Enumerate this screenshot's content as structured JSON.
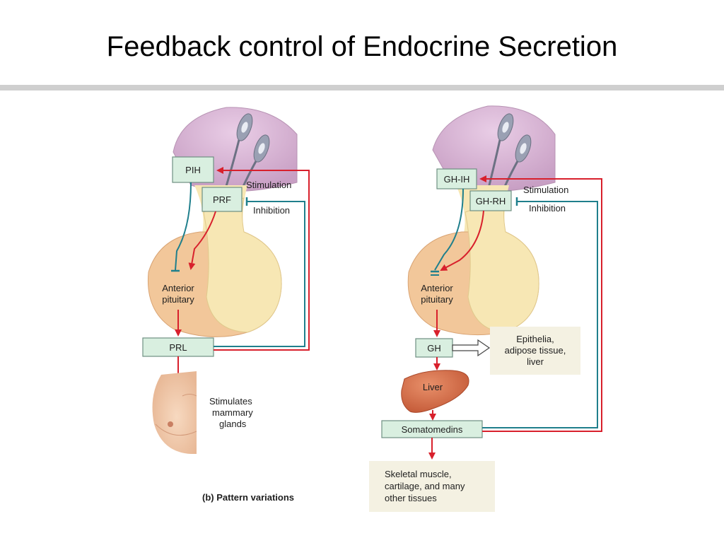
{
  "slide": {
    "title": "Feedback control of Endocrine Secretion",
    "caption": "(b) Pattern variations"
  },
  "legend": {
    "stimulation": "Stimulation",
    "inhibition": "Inhibition"
  },
  "left": {
    "pih": "PIH",
    "prf": "PRF",
    "pituitary_line1": "Anterior",
    "pituitary_line2": "pituitary",
    "prl": "PRL",
    "effect": [
      "Stimulates",
      "mammary",
      "glands"
    ]
  },
  "right": {
    "ghih": "GH-IH",
    "ghrh": "GH-RH",
    "pituitary_line1": "Anterior",
    "pituitary_line2": "pituitary",
    "gh": "GH",
    "targets": [
      "Epithelia,",
      "adipose tissue,",
      "liver"
    ],
    "liver": "Liver",
    "somatomedins": "Somatomedins",
    "tissues": [
      "Skeletal muscle,",
      "cartilage, and many",
      "other tissues"
    ]
  },
  "colors": {
    "stimulation": "#d8202c",
    "inhibition": "#1f7f8c",
    "box_fill": "#d9efe0",
    "hypothalamus": "#ddb8d8",
    "pituitary_anterior": "#f2c79a",
    "pituitary_posterior": "#f7e7b4",
    "liver": "#d9704c",
    "note_fill": "#f4f1e2"
  }
}
